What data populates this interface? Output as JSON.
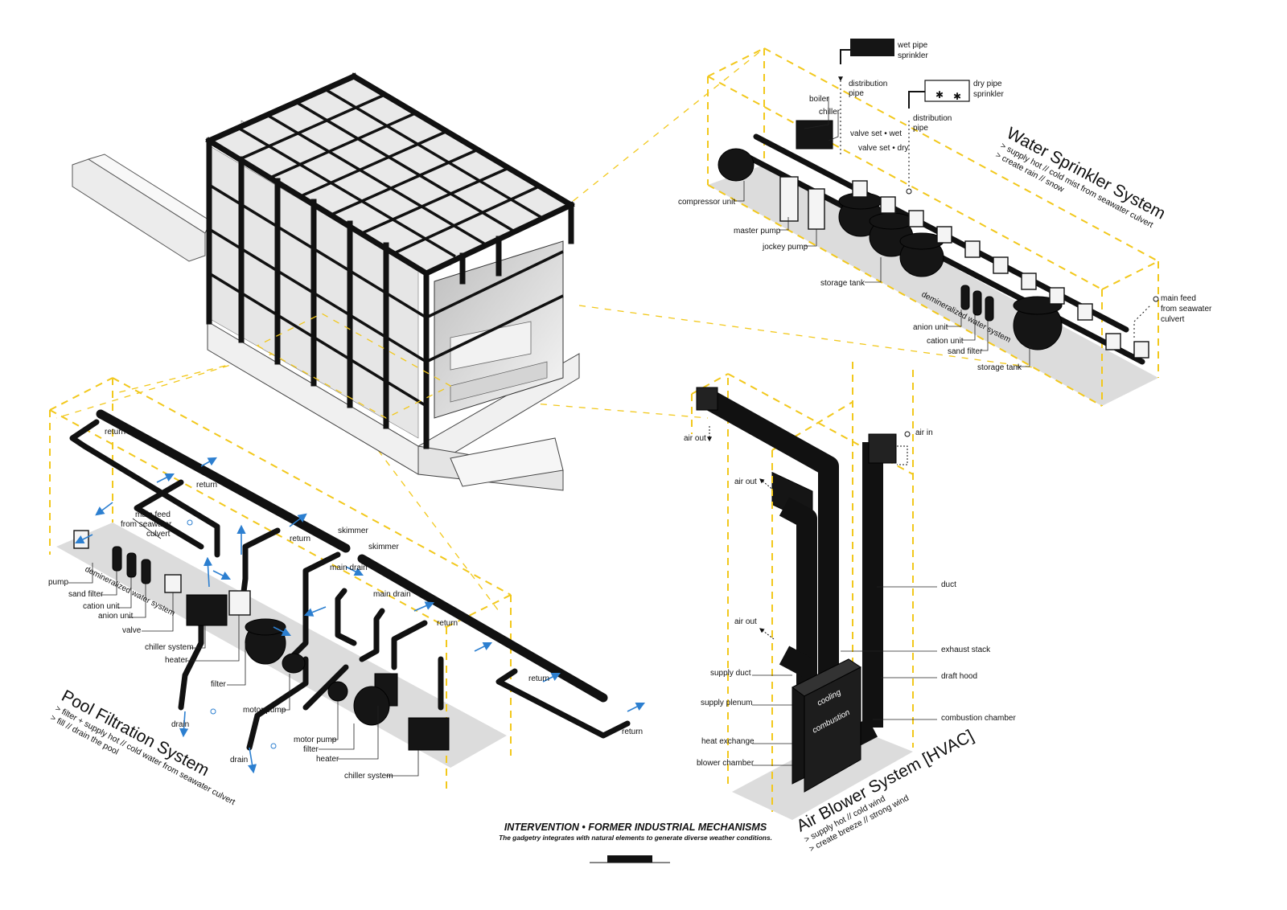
{
  "caption": {
    "title": "INTERVENTION • FORMER INDUSTRIAL MECHANISMS",
    "subtitle": "The gadgetry integrates with natural elements to generate diverse weather conditions."
  },
  "sprinkler": {
    "title": "Water Sprinkler System",
    "sub1": "> supply hot // cold mist from seawater culvert",
    "sub2": "> create rain // snow",
    "labels": {
      "wet_pipe": "wet pipe",
      "sprinkler": "sprinkler",
      "dry_pipe": "dry pipe",
      "distribution": "distribution",
      "pipe": "pipe",
      "boiler": "boiler",
      "chiller": "chiller",
      "valve_wet": "valve set • wet",
      "valve_dry": "valve set • dry",
      "compressor": "compressor unit",
      "master_pump": "master pump",
      "jockey_pump": "jockey pump",
      "storage_tank": "storage tank",
      "demineralized": "demineralized water system",
      "anion": "anion unit",
      "cation": "cation unit",
      "sand_filter": "sand filter",
      "main_feed": "main feed",
      "from_seawater": "from seawater",
      "culvert": "culvert"
    }
  },
  "pool": {
    "title": "Pool Filtration System",
    "sub1": "> filter + supply hot // cold water from seawater culvert",
    "sub2": "> fill // drain the pool",
    "labels": {
      "return": "return",
      "main_feed": "main feed",
      "from_seawater": "from seawater",
      "culvert": "culvert",
      "skimmer": "skimmer",
      "main_drain": "main drain",
      "pump": "pump",
      "sand_filter": "sand filter",
      "cation_unit": "cation unit",
      "anion_unit": "anion unit",
      "valve": "valve",
      "demineralized": "demineralized water system",
      "chiller_system": "chiller system",
      "heater": "heater",
      "filter": "filter",
      "motor_pump": "motor pump",
      "drain": "drain"
    }
  },
  "hvac": {
    "title": "Air Blower System [HVAC]",
    "sub1": "> supply hot // cold wind",
    "sub2": "> create breeze // strong wind",
    "labels": {
      "air_out": "air out",
      "air_in": "air in",
      "duct": "duct",
      "exhaust_stack": "exhaust stack",
      "draft_hood": "draft hood",
      "combustion_chamber": "combustion chamber",
      "supply_duct": "supply duct",
      "supply_plenum": "supply plenum",
      "heat_exchange": "heat exchange",
      "blower_chamber": "blower chamber",
      "cooling": "cooling",
      "combustion": "combustion"
    }
  },
  "colors": {
    "guide_yellow": "#f2c81c",
    "flow_blue": "#2c7fd0",
    "ink": "#111111",
    "floor": "#dcdcdc"
  }
}
